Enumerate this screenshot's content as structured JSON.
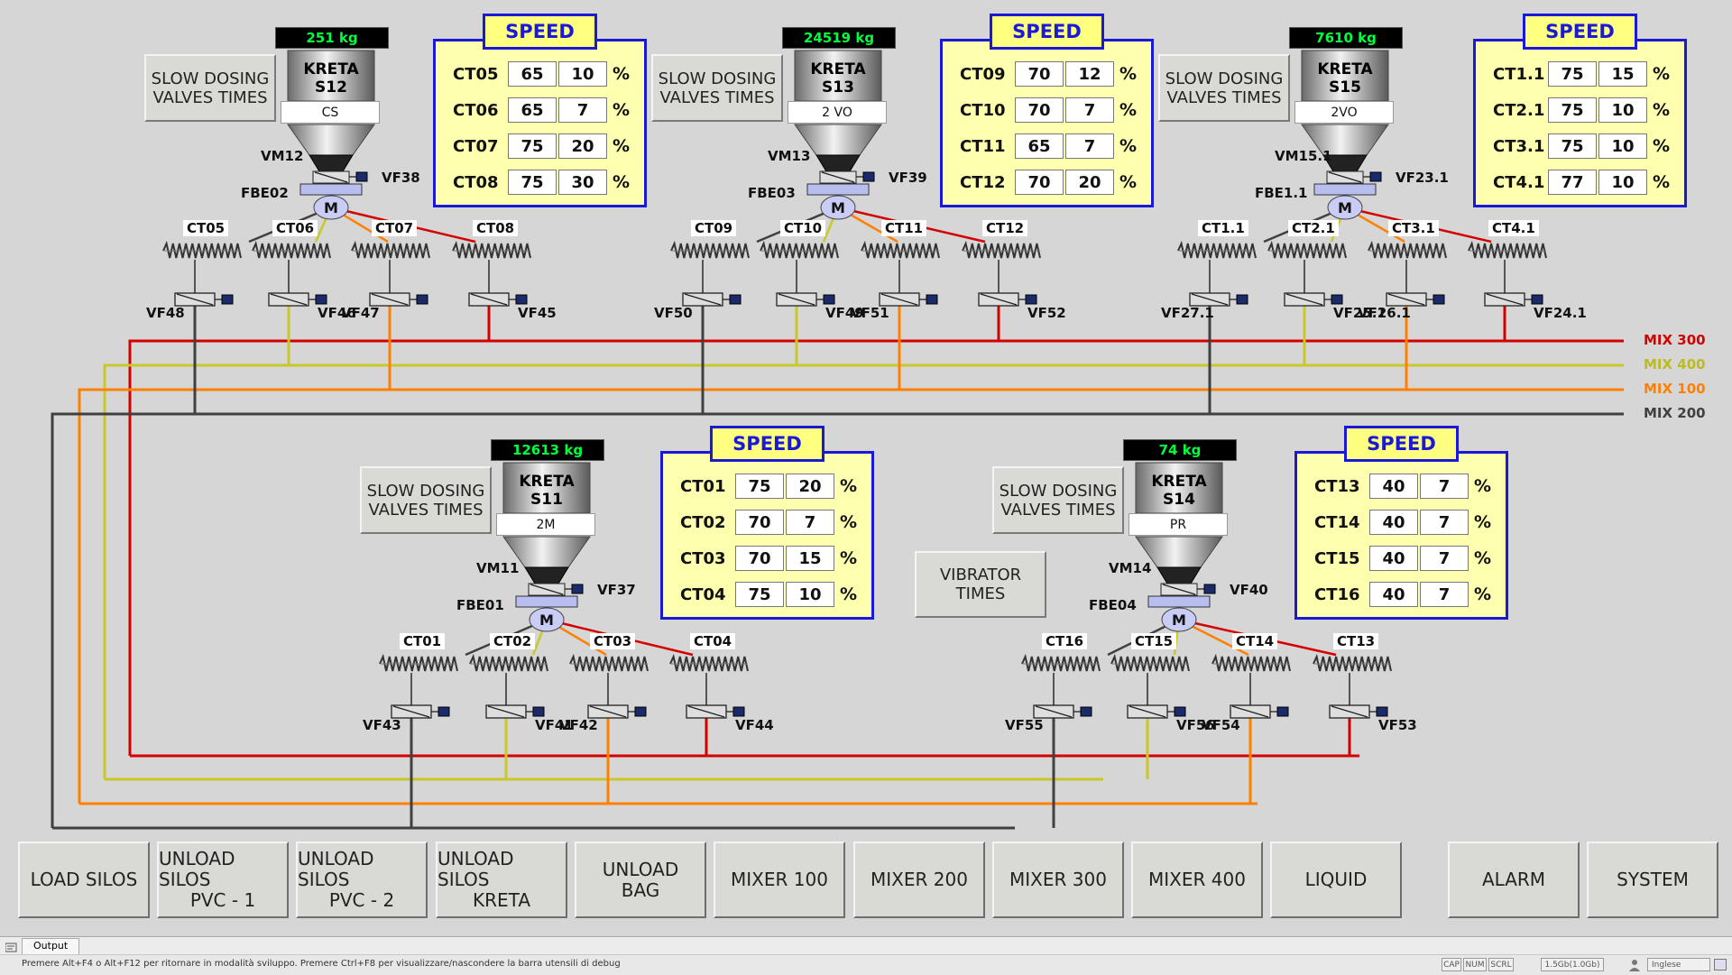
{
  "units": [
    {
      "id": "S12",
      "weight": "251  kg",
      "kreta": "KRETA",
      "silo": "S12",
      "material": "CS",
      "vm": "VM12",
      "vf_main": "VF38",
      "fbe": "FBE02",
      "slow_btn": [
        "SLOW DOSING",
        "VALVES TIMES"
      ],
      "cts": [
        "CT05",
        "CT06",
        "CT07",
        "CT08"
      ],
      "vfs": [
        "VF48",
        "VF46",
        "VF47",
        "VF45"
      ],
      "speed": {
        "title": "SPEED",
        "rows": [
          {
            "ct": "CT05",
            "v1": "65",
            "v2": "10"
          },
          {
            "ct": "CT06",
            "v1": "65",
            "v2": "7"
          },
          {
            "ct": "CT07",
            "v1": "75",
            "v2": "20"
          },
          {
            "ct": "CT08",
            "v1": "75",
            "v2": "30"
          }
        ]
      }
    },
    {
      "id": "S13",
      "weight": "24519  kg",
      "kreta": "KRETA",
      "silo": "S13",
      "material": "2 VO",
      "vm": "VM13",
      "vf_main": "VF39",
      "fbe": "FBE03",
      "slow_btn": [
        "SLOW DOSING",
        "VALVES TIMES"
      ],
      "cts": [
        "CT09",
        "CT10",
        "CT11",
        "CT12"
      ],
      "vfs": [
        "VF50",
        "VF49",
        "VF51",
        "VF52"
      ],
      "speed": {
        "title": "SPEED",
        "rows": [
          {
            "ct": "CT09",
            "v1": "70",
            "v2": "12"
          },
          {
            "ct": "CT10",
            "v1": "70",
            "v2": "7"
          },
          {
            "ct": "CT11",
            "v1": "65",
            "v2": "7"
          },
          {
            "ct": "CT12",
            "v1": "70",
            "v2": "20"
          }
        ]
      }
    },
    {
      "id": "S15",
      "weight": "7610  kg",
      "kreta": "KRETA",
      "silo": "S15",
      "material": "2VO",
      "vm": "VM15.1",
      "vf_main": "VF23.1",
      "fbe": "FBE1.1",
      "slow_btn": [
        "SLOW DOSING",
        "VALVES TIMES"
      ],
      "cts": [
        "CT1.1",
        "CT2.1",
        "CT3.1",
        "CT4.1"
      ],
      "vfs": [
        "VF27.1",
        "VF25.1",
        "VF26.1",
        "VF24.1"
      ],
      "speed": {
        "title": "SPEED",
        "rows": [
          {
            "ct": "CT1.1",
            "v1": "75",
            "v2": "15"
          },
          {
            "ct": "CT2.1",
            "v1": "75",
            "v2": "10"
          },
          {
            "ct": "CT3.1",
            "v1": "75",
            "v2": "10"
          },
          {
            "ct": "CT4.1",
            "v1": "77",
            "v2": "10"
          }
        ]
      }
    },
    {
      "id": "S11",
      "weight": "12613  kg",
      "kreta": "KRETA",
      "silo": "S11",
      "material": "2M",
      "vm": "VM11",
      "vf_main": "VF37",
      "fbe": "FBE01",
      "slow_btn": [
        "SLOW DOSING",
        "VALVES TIMES"
      ],
      "cts": [
        "CT01",
        "CT02",
        "CT03",
        "CT04"
      ],
      "vfs": [
        "VF43",
        "VF41",
        "VF42",
        "VF44"
      ],
      "speed": {
        "title": "SPEED",
        "rows": [
          {
            "ct": "CT01",
            "v1": "75",
            "v2": "20"
          },
          {
            "ct": "CT02",
            "v1": "70",
            "v2": "7"
          },
          {
            "ct": "CT03",
            "v1": "70",
            "v2": "15"
          },
          {
            "ct": "CT04",
            "v1": "75",
            "v2": "10"
          }
        ]
      }
    },
    {
      "id": "S14",
      "weight": "74  kg",
      "kreta": "KRETA",
      "silo": "S14",
      "material": "PR",
      "vm": "VM14",
      "vf_main": "VF40",
      "fbe": "FBE04",
      "slow_btn": [
        "SLOW DOSING",
        "VALVES TIMES"
      ],
      "cts": [
        "CT16",
        "CT15",
        "CT14",
        "CT13"
      ],
      "vfs": [
        "VF55",
        "VF56",
        "VF54",
        "VF53"
      ],
      "speed": {
        "title": "SPEED",
        "rows": [
          {
            "ct": "CT13",
            "v1": "40",
            "v2": "7"
          },
          {
            "ct": "CT14",
            "v1": "40",
            "v2": "7"
          },
          {
            "ct": "CT15",
            "v1": "40",
            "v2": "7"
          },
          {
            "ct": "CT16",
            "v1": "40",
            "v2": "7"
          }
        ]
      }
    }
  ],
  "motor_label": "M",
  "percent": "%",
  "vibrator_btn": [
    "VIBRATOR",
    "TIMES"
  ],
  "mix_lines": [
    {
      "name": "MIX 300",
      "color": "#d40000"
    },
    {
      "name": "MIX 400",
      "color": "#c8c828"
    },
    {
      "name": "MIX 100",
      "color": "#ff8000"
    },
    {
      "name": "MIX 200",
      "color": "#404040"
    }
  ],
  "nav": [
    [
      "LOAD SILOS"
    ],
    [
      "UNLOAD SILOS",
      "PVC - 1"
    ],
    [
      "UNLOAD SILOS",
      "PVC - 2"
    ],
    [
      "UNLOAD SILOS",
      "KRETA"
    ],
    [
      "UNLOAD",
      "BAG"
    ],
    [
      "MIXER 100"
    ],
    [
      "MIXER 200"
    ],
    [
      "MIXER 300"
    ],
    [
      "MIXER 400"
    ],
    [
      "LIQUID"
    ],
    [
      "ALARM"
    ],
    [
      "SYSTEM"
    ]
  ],
  "output_tab": "Output",
  "status": {
    "message": "Premere Alt+F4 o Alt+F12 per ritornare in modalità sviluppo. Premere Ctrl+F8 per visualizzare/nascondere la barra utensili di debug",
    "cap": "CAP",
    "num": "NUM",
    "scrl": "SCRL",
    "memory": "1.5Gb(1.0Gb)",
    "language": "Inglese"
  }
}
